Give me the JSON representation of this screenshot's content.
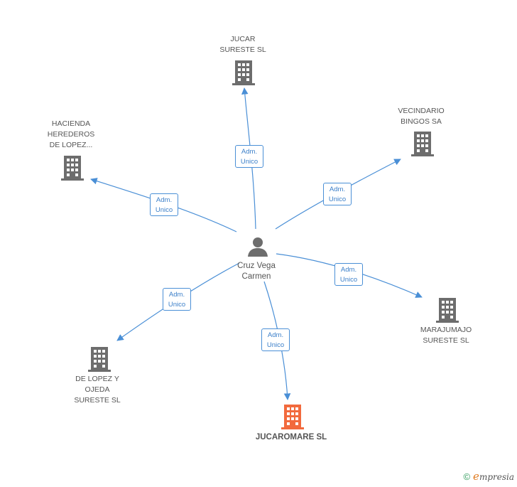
{
  "colors": {
    "edge": "#4a8fd6",
    "node": "#6d6d6d",
    "main_node": "#f26a3d",
    "text": "#555555"
  },
  "center": {
    "name_line1": "Cruz Vega",
    "name_line2": "Carmen",
    "icon": "person-icon"
  },
  "nodes": [
    {
      "id": "jucar",
      "lines": [
        "JUCAR",
        "SURESTE SL"
      ],
      "role": [
        "Adm.",
        "Unico"
      ],
      "icon": "building-icon",
      "main": false
    },
    {
      "id": "vecindario",
      "lines": [
        "VECINDARIO",
        "BINGOS SA"
      ],
      "role": [
        "Adm.",
        "Unico"
      ],
      "icon": "building-icon",
      "main": false
    },
    {
      "id": "hacienda",
      "lines": [
        "HACIENDA",
        "HEREDEROS",
        "DE LOPEZ..."
      ],
      "role": [
        "Adm.",
        "Unico"
      ],
      "icon": "building-icon",
      "main": false
    },
    {
      "id": "marajumajo",
      "lines": [
        "MARAJUMAJO",
        "SURESTE SL"
      ],
      "role": [
        "Adm.",
        "Unico"
      ],
      "icon": "building-icon",
      "main": false
    },
    {
      "id": "delopez",
      "lines": [
        "DE LOPEZ Y",
        "OJEDA",
        "SURESTE SL"
      ],
      "role": [
        "Adm.",
        "Unico"
      ],
      "icon": "building-icon",
      "main": false
    },
    {
      "id": "jucaromare",
      "lines": [
        "JUCAROMARE SL"
      ],
      "role": [
        "Adm.",
        "Unico"
      ],
      "icon": "building-icon",
      "main": true
    }
  ],
  "footer": {
    "copyright_symbol": "©",
    "brand_initial": "e",
    "brand_rest": "mpresia"
  }
}
